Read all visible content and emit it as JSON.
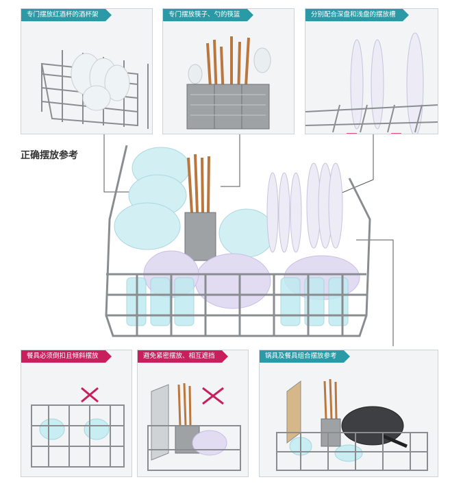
{
  "panels_top": [
    {
      "label": "专门摆放红酒杯的酒杯架"
    },
    {
      "label": "专门摆放筷子、勺的筷篮"
    },
    {
      "label": "分别配合深盘和浅盘的摆放槽"
    }
  ],
  "reference_label": "正确摆放参考",
  "panels_bottom": [
    {
      "label": "餐具必须倒扣且倾斜摆放"
    },
    {
      "label": "避免紧密摆放、相互遮挡"
    },
    {
      "label": "锅具及餐具组合摆放参考"
    }
  ],
  "colors": {
    "teal": "#2a9aa6",
    "pink": "#c8205c",
    "rack": "#8a8d90",
    "dish_blue": "#bfeaf0",
    "dish_purple": "#d9cdf0"
  }
}
